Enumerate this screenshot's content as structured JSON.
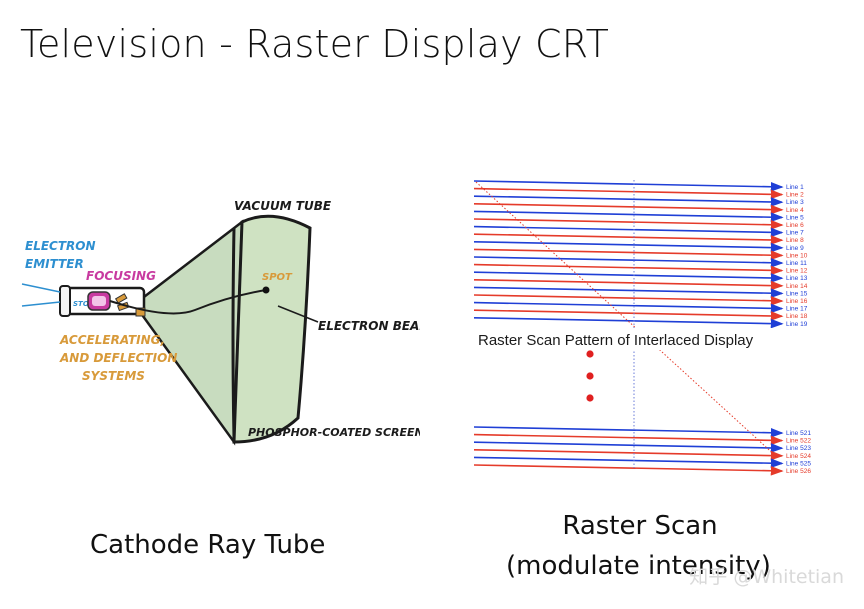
{
  "title": "Television - Raster Display CRT",
  "crt": {
    "labels": {
      "electron_emitter_1": "ELECTRON",
      "electron_emitter_2": "EMITTER",
      "focusing": "FOCUSING",
      "vacuum_tube": "VACUUM TUBE",
      "spot": "SPOT",
      "electron_beam": "ELECTRON BEAM",
      "accel_1": "ACCELERATING,",
      "accel_2": "AND DEFLECTION",
      "accel_3": "SYSTEMS",
      "screen": "PHOSPHOR-COATED SCREEN",
      "gun_text": "STOP"
    },
    "caption": "Cathode Ray Tube"
  },
  "raster": {
    "pattern_title": "Raster Scan Pattern of Interlaced Display",
    "top_lines": [
      "Line 1",
      "Line 2",
      "Line 3",
      "Line 4",
      "Line 5",
      "Line 6",
      "Line 7",
      "Line 8",
      "Line 9",
      "Line 10",
      "Line 11",
      "Line 12",
      "Line 13",
      "Line 14",
      "Line 15",
      "Line 16",
      "Line 17",
      "Line 18",
      "Line 19"
    ],
    "bottom_lines": [
      "Line 521",
      "Line 522",
      "Line 523",
      "Line 524",
      "Line 525",
      "Line 526"
    ],
    "caption_1": "Raster Scan",
    "caption_2": "(modulate intensity)",
    "colors": {
      "odd": "#1f3fd6",
      "even": "#e53b2a",
      "dots": "#e02020",
      "dotted": "#6a7bd8"
    }
  },
  "watermark": "知乎 @Whitetian"
}
